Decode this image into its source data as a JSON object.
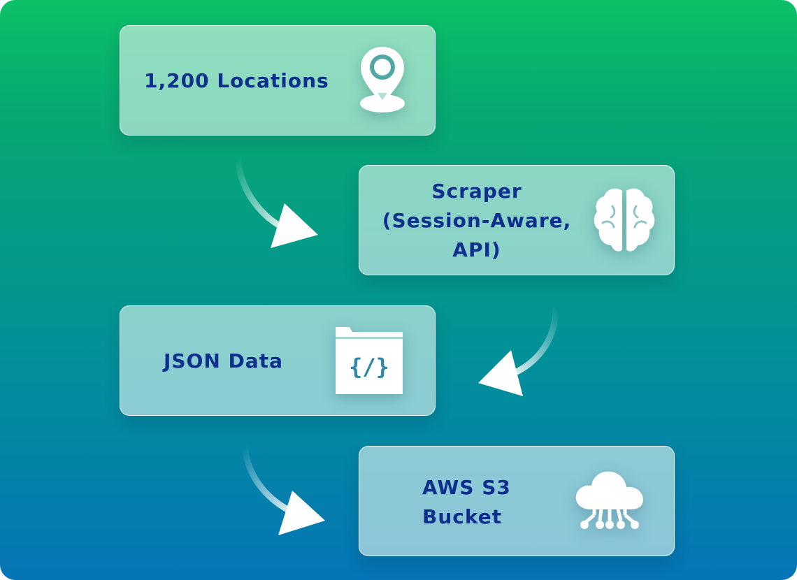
{
  "steps": [
    {
      "label_lines": [
        "1,200 Locations"
      ],
      "icon": "location-pin-icon"
    },
    {
      "label_lines": [
        "Scraper",
        "(Session-Aware,",
        "API)"
      ],
      "icon": "brain-icon"
    },
    {
      "label_lines": [
        "JSON Data"
      ],
      "icon": "code-window-icon",
      "icon_text": "{/}"
    },
    {
      "label_lines": [
        "AWS S3",
        "Bucket"
      ],
      "icon": "cloud-network-icon"
    }
  ],
  "colors": {
    "gradient_top": "#0cc067",
    "gradient_bottom": "#0674b6",
    "label_text": "#0f2f8c",
    "icon_fill": "#ffffff",
    "icon_accent": "#2e86a8"
  }
}
